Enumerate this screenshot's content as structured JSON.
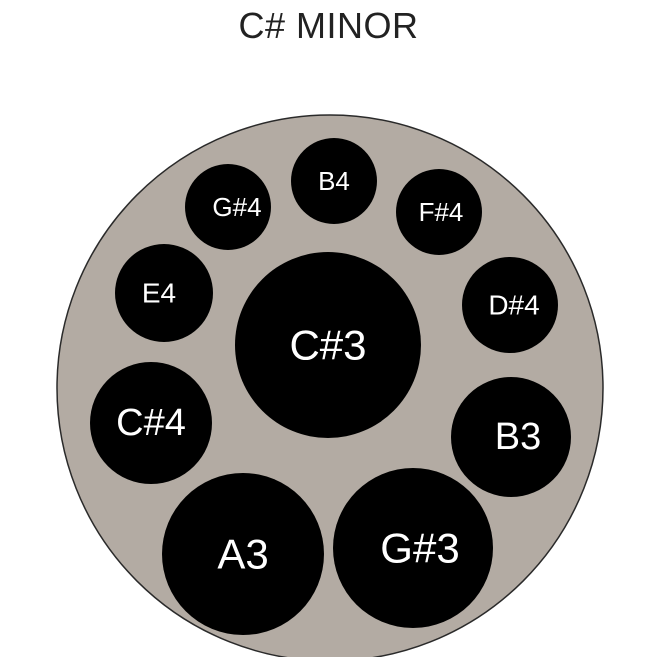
{
  "title": "C# MINOR",
  "colors": {
    "body": "#b3aba3",
    "outline": "#2a2a2a",
    "notes": "#000000",
    "label": "#ffffff"
  },
  "notes": {
    "ding": "C#3",
    "a3": "A3",
    "g_sharp_3": "G#3",
    "b3": "B3",
    "c_sharp_4": "C#4",
    "d_sharp_4": "D#4",
    "e4": "E4",
    "f_sharp_4": "F#4",
    "g_sharp_4": "G#4",
    "b4": "B4"
  }
}
